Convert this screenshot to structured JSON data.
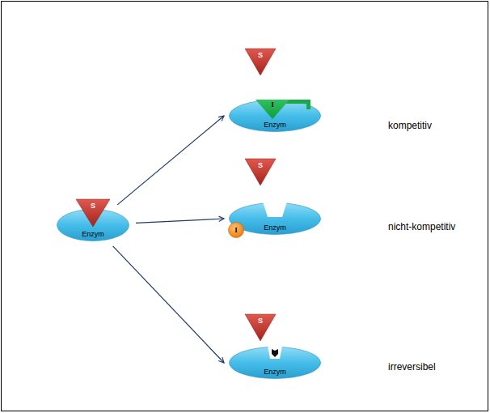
{
  "diagram": {
    "nodes": [
      {
        "text": [
          "S"
        ]
      },
      {
        "text": [
          "Enzym"
        ]
      },
      {
        "text": [
          "S"
        ]
      },
      {
        "text": [
          "I"
        ]
      },
      {
        "text": [
          "Enzym"
        ]
      },
      {
        "text": [
          "S"
        ]
      },
      {
        "text": [
          "Enzym"
        ]
      },
      {
        "text": [
          "I"
        ]
      },
      {
        "text": [
          "S"
        ]
      },
      {
        "text": [
          "Enzym"
        ]
      }
    ],
    "edges": [
      {
        "from": 1,
        "to": 4,
        "arrow": "to"
      },
      {
        "from": 1,
        "to": 6,
        "arrow": "to"
      },
      {
        "from": 1,
        "to": 9,
        "arrow": "to"
      }
    ],
    "labels": [
      "kompetitiv",
      "nicht-kompetitiv",
      "irreversibel"
    ]
  }
}
